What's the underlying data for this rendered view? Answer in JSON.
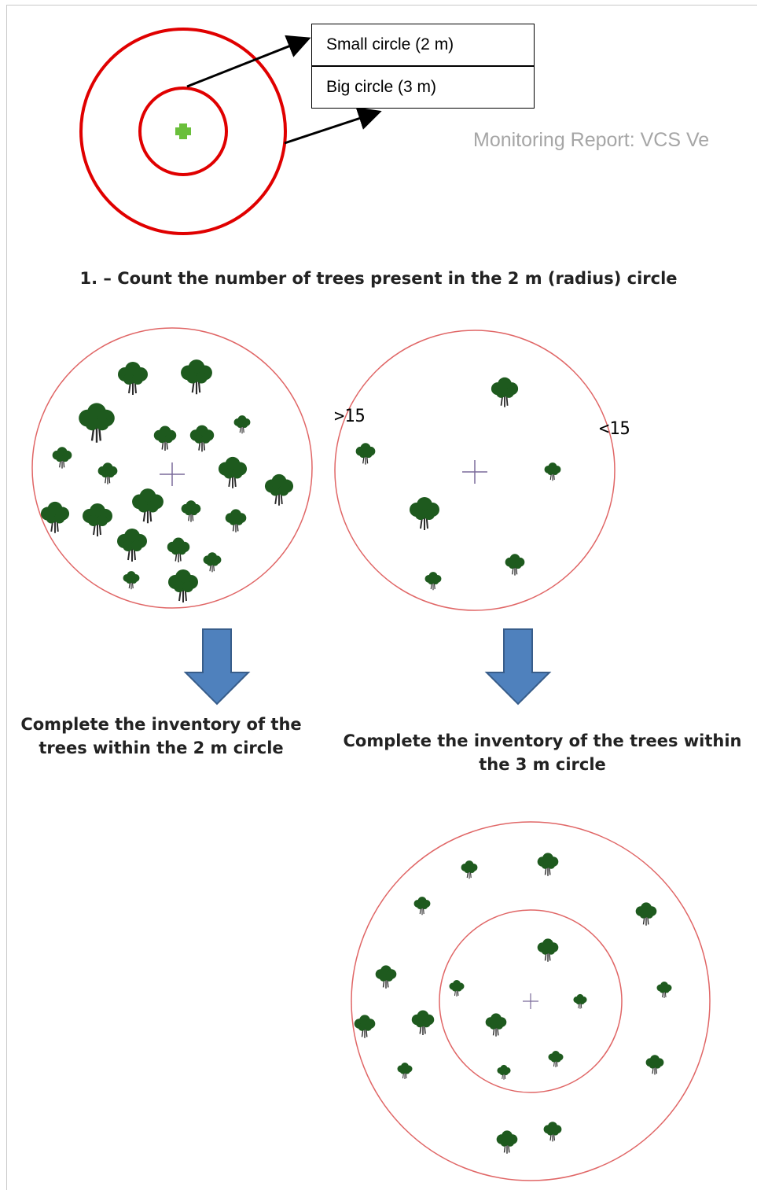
{
  "legend": {
    "small_circle": "Small circle (2 m)",
    "big_circle": "Big circle (3 m)"
  },
  "header_text": "Monitoring Report: VCS Ve",
  "step_title": "1. – Count the number of trees present in the 2 m (radius) circle",
  "threshold_labels": {
    "greater": ">15",
    "less": "<15"
  },
  "instructions": {
    "left": "Complete the inventory of the trees within the 2 m circle",
    "right": "Complete the inventory of the trees within the 3 m circle"
  },
  "colors": {
    "circle_red": "#e00000",
    "thin_circle": "#e06666",
    "center_marker": "#6abf3b",
    "arrow_blue": "#4f81bd",
    "arrow_blue_border": "#385d8a",
    "tree_canopy": "#1e5a1e",
    "center_cross": "#7a6a9a"
  },
  "icons": [
    "tree-icon",
    "center-cross-icon",
    "down-arrow-icon",
    "plus-marker-icon"
  ]
}
